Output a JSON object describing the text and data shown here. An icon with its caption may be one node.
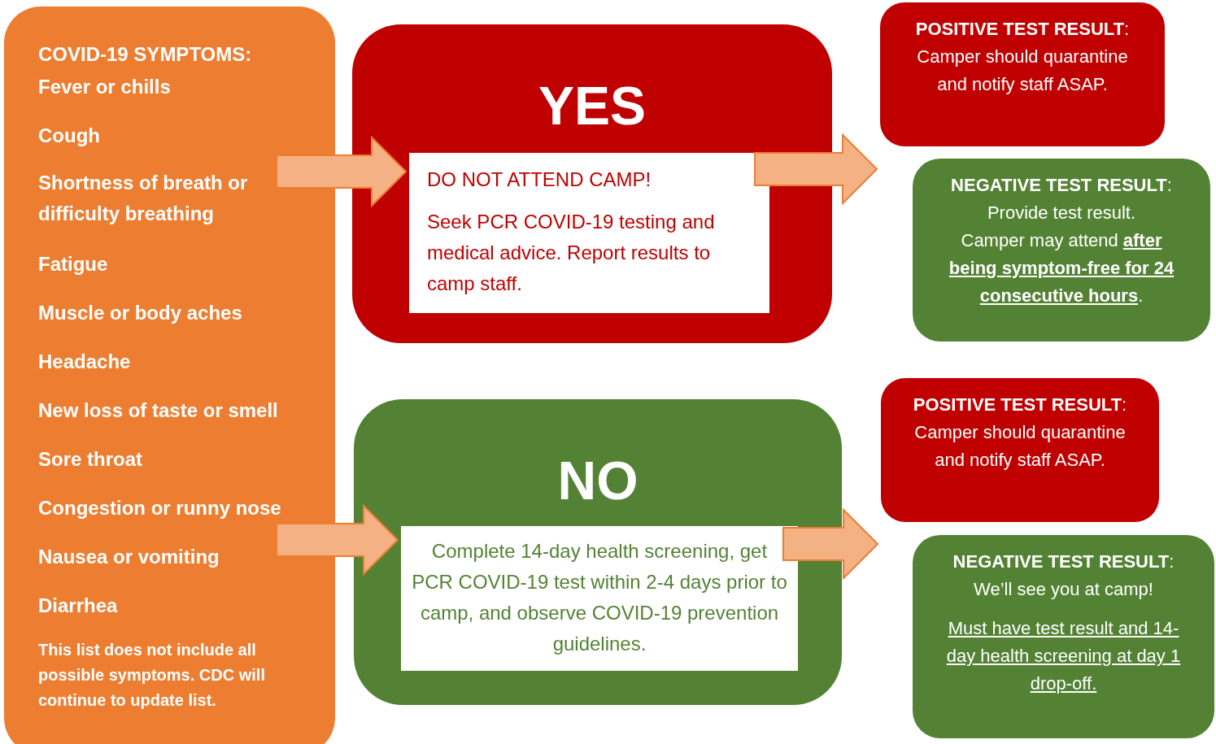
{
  "diagram": {
    "nodes": [
      {
        "text": [
          "COVID-19 SYMPTOMS:",
          "Fever or chills",
          "Cough",
          "Shortness of breath or difficulty breathing",
          "Fatigue",
          "Muscle or body aches",
          "Headache",
          "New loss of taste or smell",
          "Sore throat",
          "Congestion or runny nose",
          "Nausea or vomiting",
          "Diarrhea",
          "This list does not include all possible symptoms. CDC will continue to update list."
        ]
      },
      {
        "text": [
          "YES"
        ]
      },
      {
        "text": [
          "DO NOT ATTEND CAMP!",
          "Seek PCR COVID-19 testing and medical advice. Report results to camp staff."
        ],
        "in": 1
      },
      {
        "text": [
          "**POSITIVE TEST RESULT**:",
          "Camper should quarantine and notify staff ASAP."
        ]
      },
      {
        "text": [
          "**NEGATIVE TEST RESULT**:",
          "Provide test result.",
          "Camper may attend **after being symptom-free for 24 consecutive hours**."
        ]
      },
      {
        "text": [
          "NO"
        ]
      },
      {
        "text": [
          "Complete 14-day health screening, get PCR COVID-19 test within 2-4 days prior to camp, and observe COVID-19 prevention guidelines."
        ],
        "in": 5
      },
      {
        "text": [
          "**POSITIVE TEST RESULT**:",
          "Camper should quarantine and notify staff ASAP."
        ]
      },
      {
        "text": [
          "**NEGATIVE TEST RESULT**:",
          "We’ll see you at camp!",
          "Must have test result and 14-day health screening at day 1 drop-off."
        ]
      }
    ],
    "edges": [
      {
        "from": 0,
        "to": 2,
        "arrow": "to"
      },
      {
        "from": 2,
        "to": 3,
        "arrow": "to"
      },
      {
        "from": 2,
        "to": 4,
        "arrow": "to"
      },
      {
        "from": 0,
        "to": 6,
        "arrow": "to"
      },
      {
        "from": 6,
        "to": 7,
        "arrow": "to"
      },
      {
        "from": 6,
        "to": 8,
        "arrow": "to"
      }
    ]
  }
}
